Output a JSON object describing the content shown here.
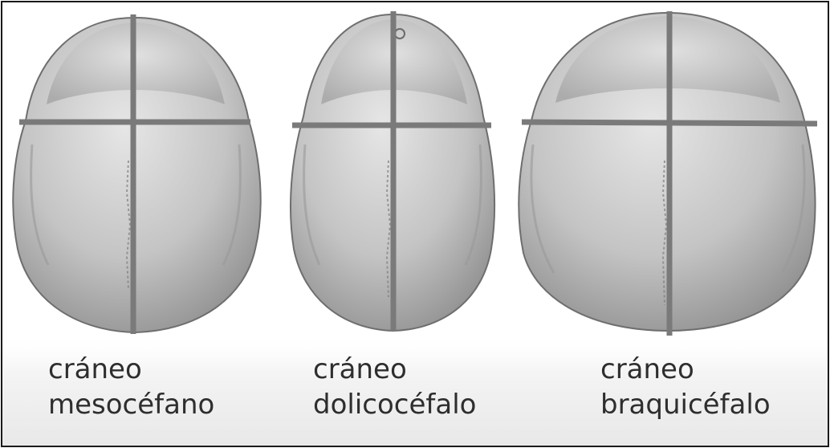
{
  "colors": {
    "frame": "#1a1a1a",
    "cross_lines": "#7a7a7a",
    "bone_light": "#d9d9d9",
    "bone_dark": "#8c8c8c",
    "label_text": "#2e2e2e"
  },
  "skulls": [
    {
      "type": "mesocefalo",
      "line1": "cráneo",
      "line2": "mesocéfano"
    },
    {
      "type": "dolicocefalo",
      "line1": "cráneo",
      "line2": "dolicocéfalo"
    },
    {
      "type": "braquicefalo",
      "line1": "cráneo",
      "line2": "braquicéfalo"
    }
  ]
}
